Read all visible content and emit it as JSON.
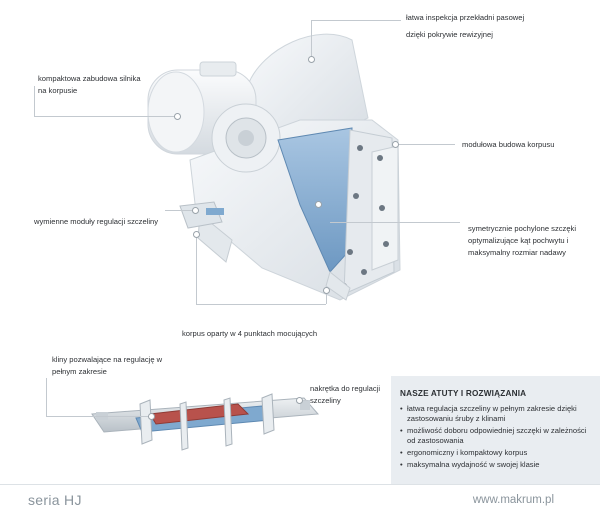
{
  "annotations": {
    "inspection": [
      "łatwa inspekcja przekładni pasowej",
      "dzięki pokrywie rewizyjnej"
    ],
    "motor": [
      "kompaktowa zabudowa silnika",
      "na korpusie"
    ],
    "modular": [
      "modułowa budowa korpusu"
    ],
    "gap_modules": [
      "wymienne moduły regulacji szczeliny"
    ],
    "jaws": [
      "symetrycznie pochylone szczęki",
      "optymalizujące kąt pochwytu i",
      "maksymalny rozmiar nadawy"
    ],
    "supports": [
      "korpus oparty w 4 punktach mocujących"
    ],
    "wedges": [
      "kliny pozwalające na regulację w",
      "pełnym zakresie"
    ],
    "nut": [
      "nakrętka do regulacji",
      "szczeliny"
    ]
  },
  "panel": {
    "title": "NASZE ATUTY I ROZWIĄZANIA",
    "items": [
      "łatwa regulacja szczeliny w pełnym zakresie dzięki zastosowaniu śruby z klinami",
      "możliwość doboru odpowiedniej szczęki w zależności od zastosowania",
      "ergonomiczny i kompaktowy korpus",
      "maksymalna wydajność w swojej klasie"
    ]
  },
  "footer": {
    "series": "seria HJ",
    "url": "www.makrum.pl"
  },
  "colors": {
    "accent_blue": "#7fa9cf",
    "body_white": "#eef1f4",
    "panel_bg": "#e9edf1",
    "wedge_red": "#b8524c"
  }
}
